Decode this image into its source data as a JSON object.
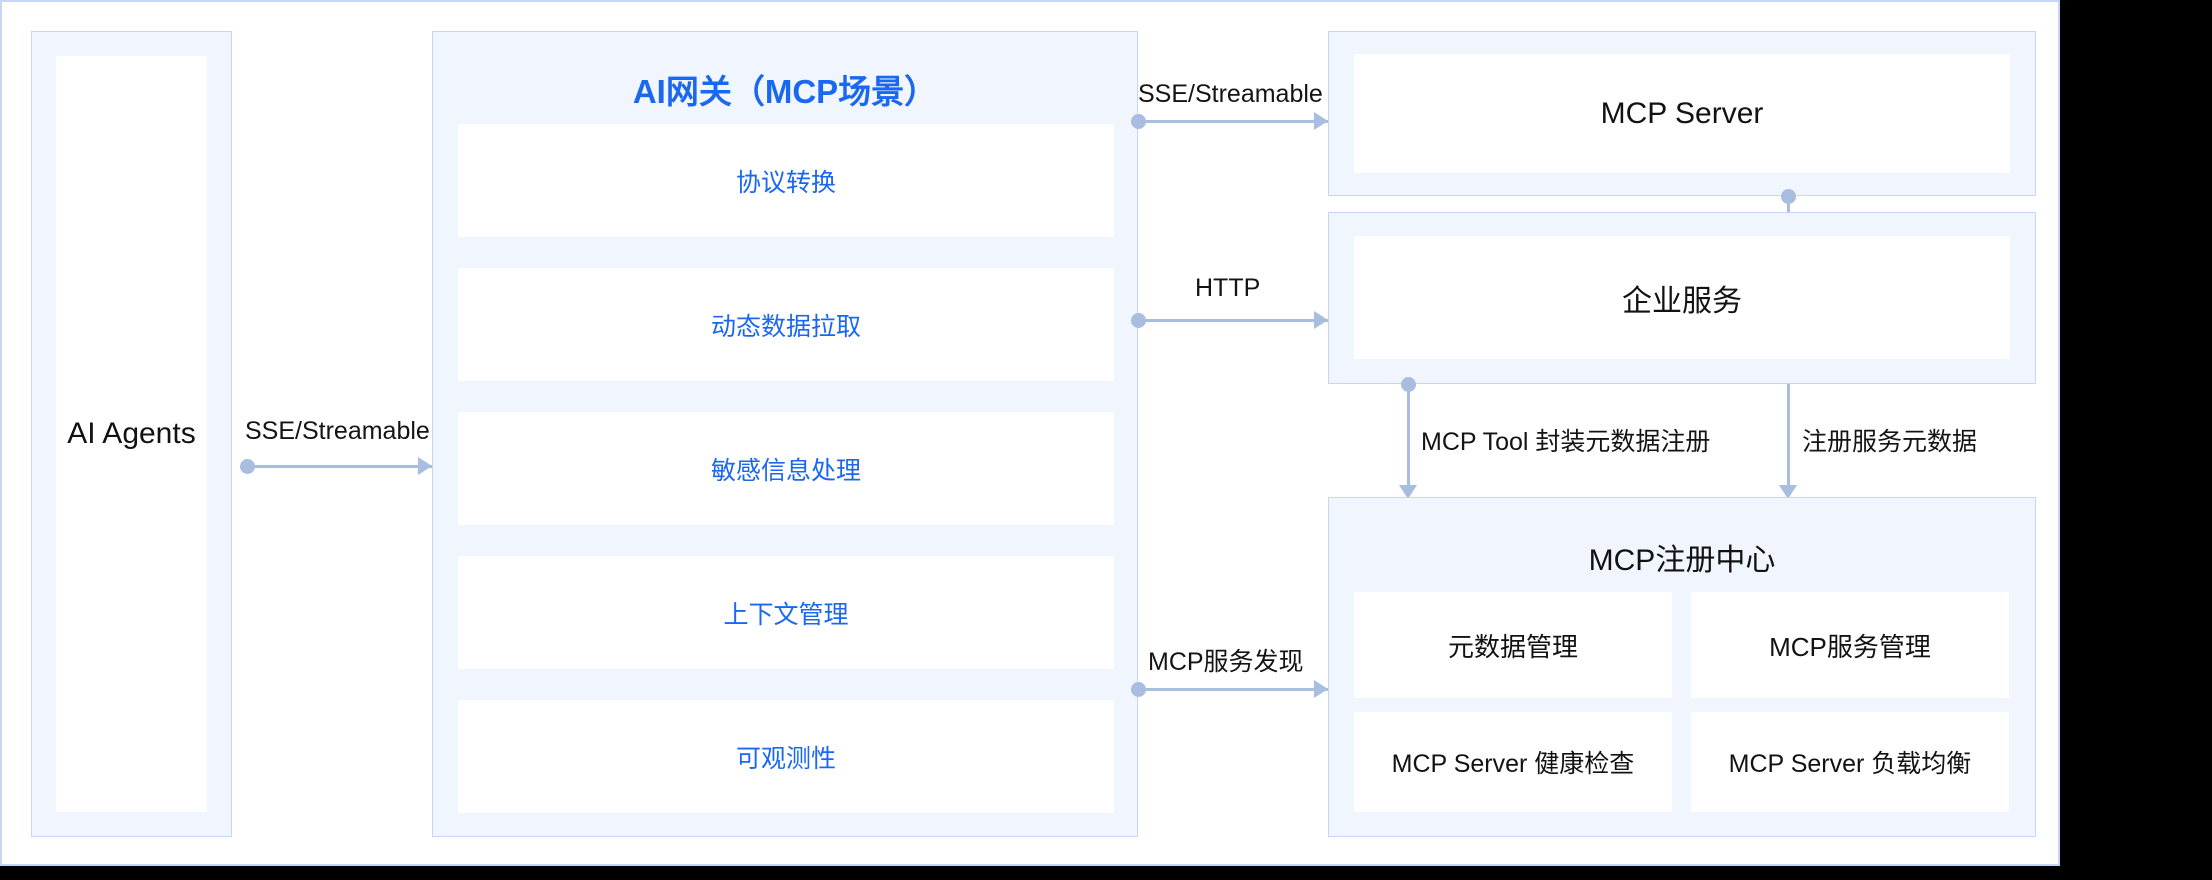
{
  "diagram": {
    "title_visible": false,
    "accent_blue": "#1a68ef",
    "panel_fill": "#f1f5fe",
    "panel_border": "#c6d6f7",
    "connector_color": "#a8bde0",
    "text_color": "#121212"
  },
  "agents": {
    "label": "AI Agents"
  },
  "gateway": {
    "title": "AI网关（MCP场景）",
    "items": [
      {
        "label": "协议转换"
      },
      {
        "label": "动态数据拉取"
      },
      {
        "label": "敏感信息处理"
      },
      {
        "label": "上下文管理"
      },
      {
        "label": "可观测性"
      }
    ]
  },
  "mcp_server": {
    "label": "MCP Server"
  },
  "enterprise_service": {
    "label": "企业服务"
  },
  "registry": {
    "title": "MCP注册中心",
    "cells": [
      {
        "label": "元数据管理"
      },
      {
        "label": "MCP服务管理"
      },
      {
        "label": "MCP Server 健康检查"
      },
      {
        "label": "MCP Server 负载均衡"
      }
    ]
  },
  "edges": {
    "agents_to_gateway": "SSE/Streamable",
    "gateway_to_mcp_server": "SSE/Streamable",
    "gateway_to_enterprise": "HTTP",
    "gateway_to_registry": "MCP服务发现",
    "enterprise_to_registry": "MCP Tool 封装元数据注册",
    "mcp_server_to_registry": "注册服务元数据"
  }
}
